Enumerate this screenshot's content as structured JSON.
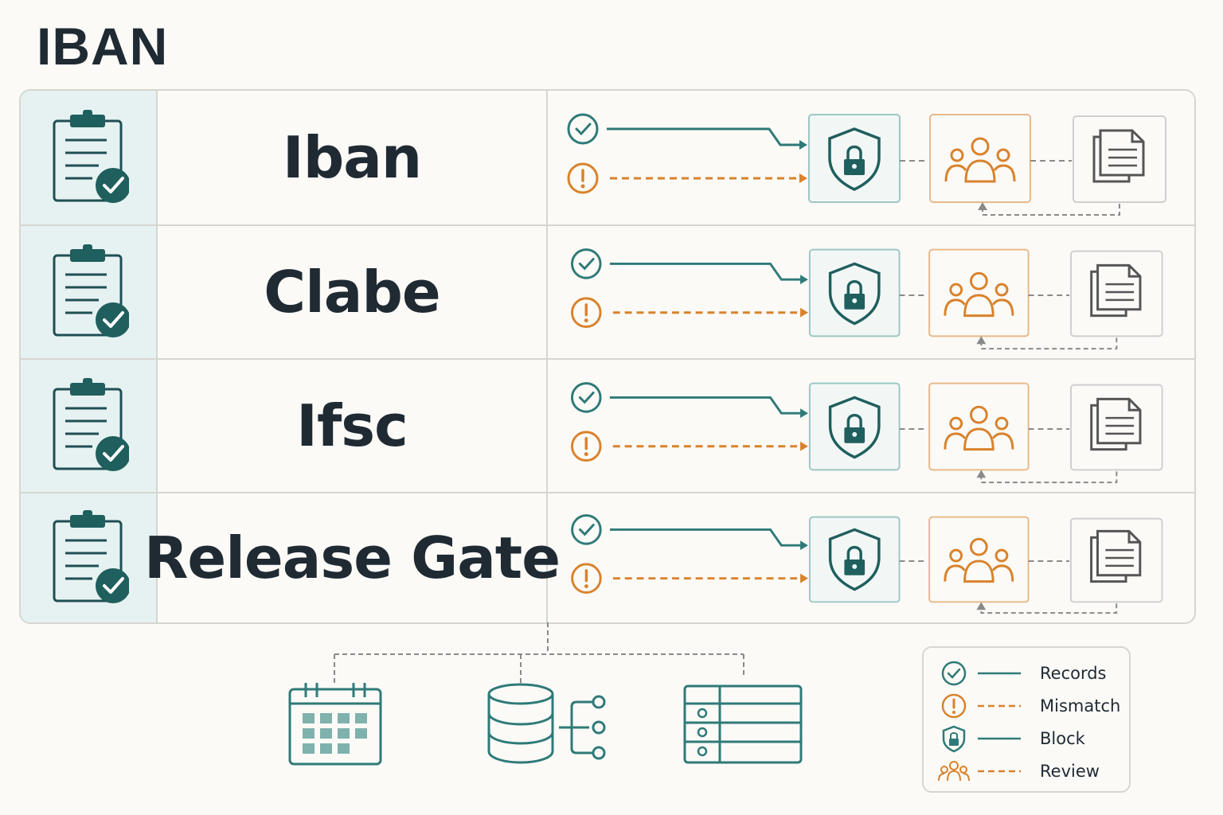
{
  "title": "IBAN",
  "rows": [
    {
      "label": "Iban"
    },
    {
      "label": "Clabe"
    },
    {
      "label": "Ifsc"
    },
    {
      "label": "Release Gate"
    }
  ],
  "legend": [
    {
      "label": "Records",
      "icon": "check-circle-icon"
    },
    {
      "label": "Mismatch",
      "icon": "exclamation-circle-icon"
    },
    {
      "label": "Block",
      "icon": "shield-lock-icon"
    },
    {
      "label": "Review",
      "icon": "people-group-icon"
    }
  ],
  "bottom_icons": [
    "calendar-icon",
    "database-network-icon",
    "table-list-icon"
  ],
  "colors": {
    "teal": "#2f7a78",
    "orange": "#d9822b",
    "gray": "#8a8a8a",
    "ink": "#1f2a33",
    "cell_tint": "#e6f2f1"
  }
}
